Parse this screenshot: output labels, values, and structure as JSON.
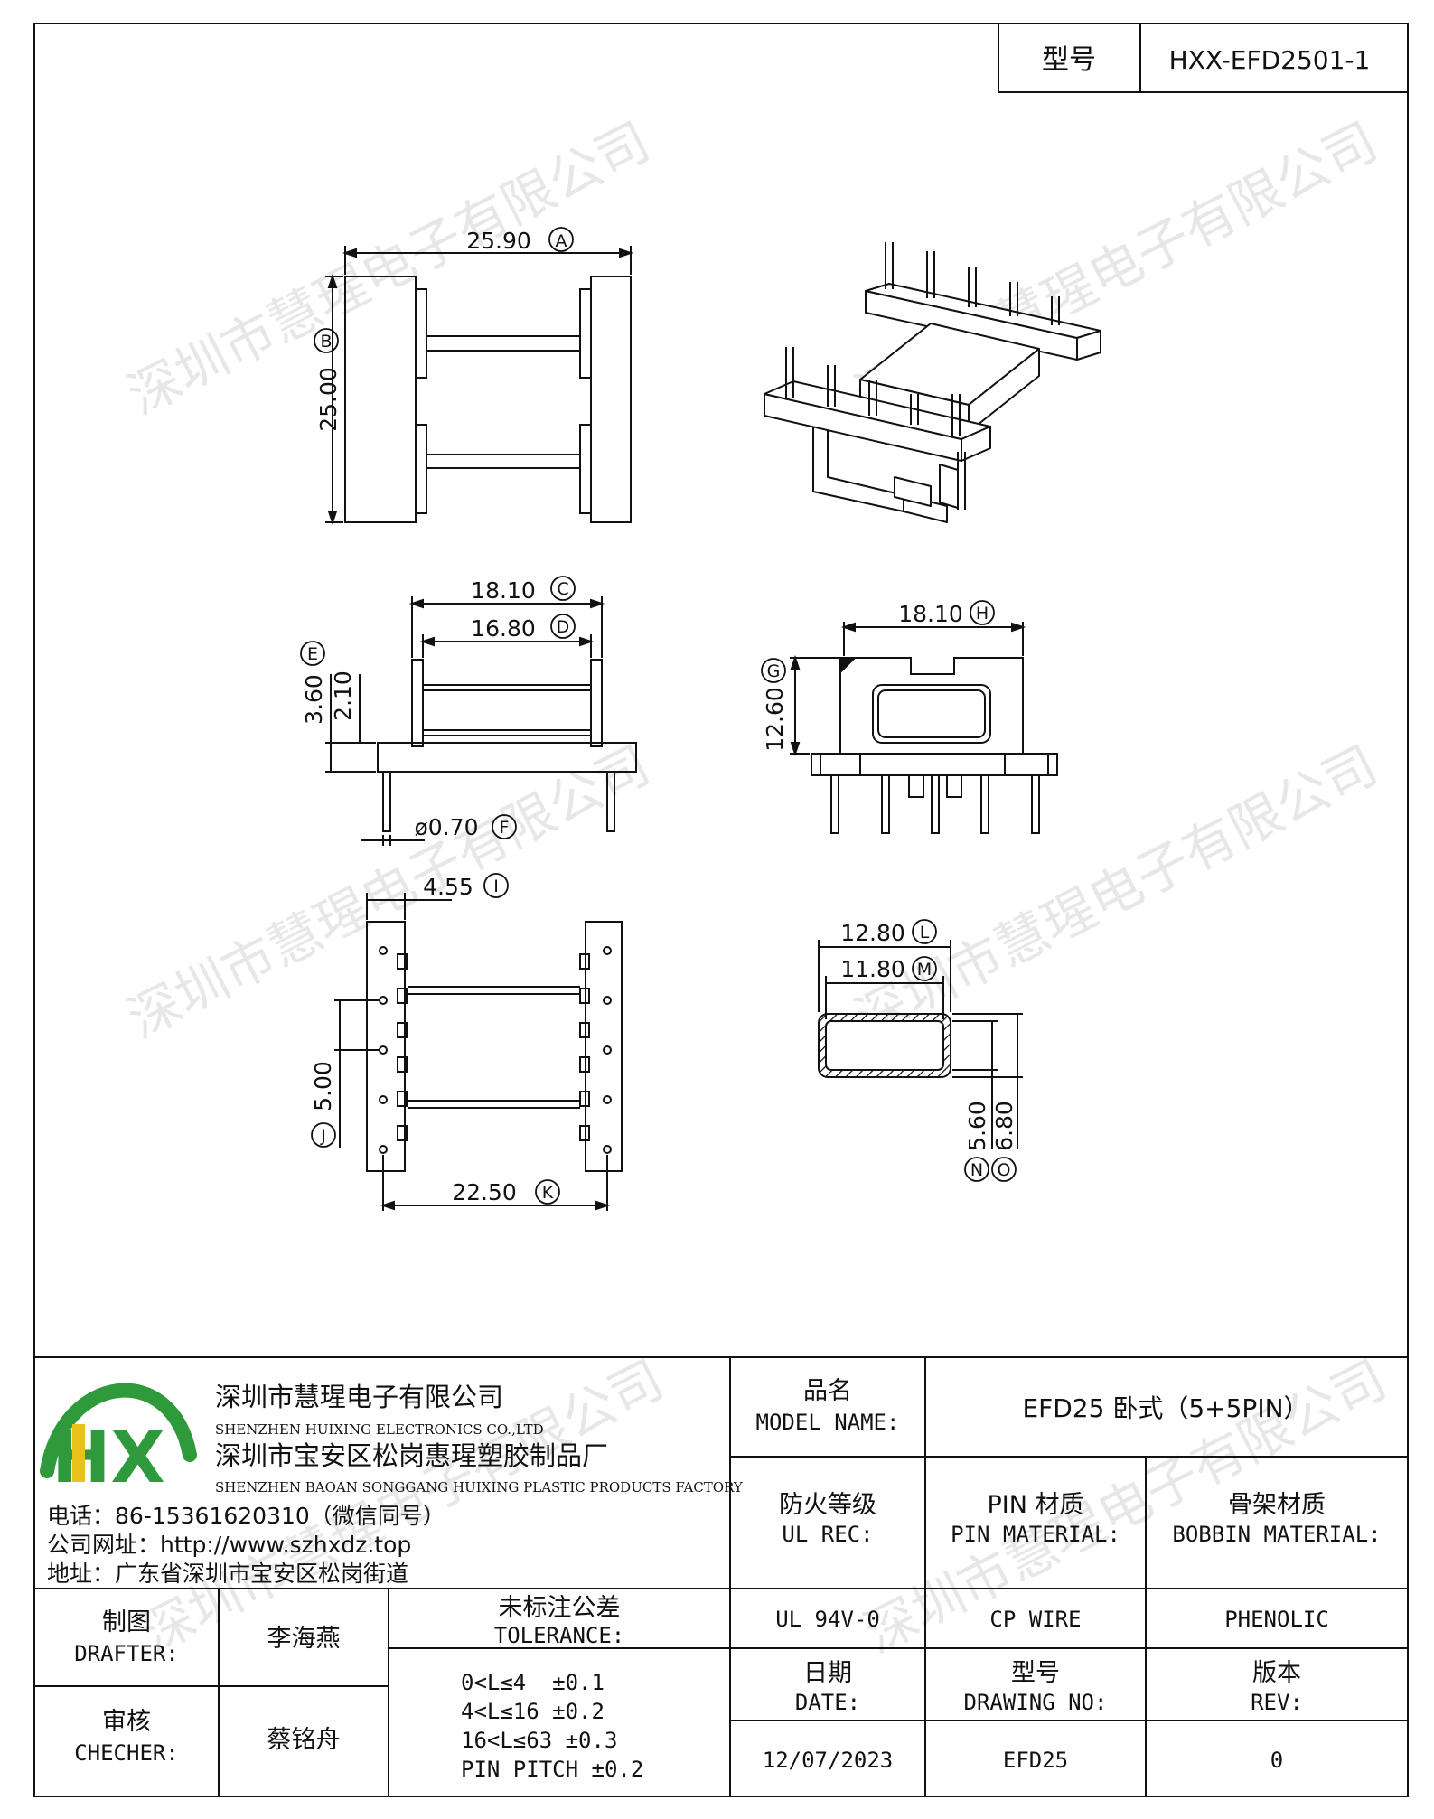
{
  "header": {
    "model_label": "型号",
    "model_value": "HXX-EFD2501-1"
  },
  "watermark": "深圳市慧瑆电子有限公司",
  "views": {
    "top_view": {
      "width": "25.90",
      "width_tag": "A",
      "height": "25.00",
      "height_tag": "B"
    },
    "side_view": {
      "width_outer": "18.10",
      "width_outer_tag": "C",
      "width_inner": "16.80",
      "width_inner_tag": "D",
      "height_total": "3.60",
      "height_total_tag": "E",
      "flange": "2.10",
      "pin_dia": "ø0.70",
      "pin_dia_tag": "F"
    },
    "front_view": {
      "width": "18.10",
      "width_tag": "H",
      "height": "12.60",
      "height_tag": "G"
    },
    "bottom_view": {
      "pitch_offset": "4.55",
      "pitch_offset_tag": "I",
      "pin_span": "5.00",
      "pin_span_tag": "J",
      "row_span": "22.50",
      "row_span_tag": "K"
    },
    "section_view": {
      "outer_w": "12.80",
      "outer_w_tag": "L",
      "inner_w": "11.80",
      "inner_w_tag": "M",
      "inner_h": "5.60",
      "inner_h_tag": "N",
      "outer_h": "6.80",
      "outer_h_tag": "O"
    }
  },
  "company": {
    "name_cn": "深圳市慧瑆电子有限公司",
    "name_en": "SHENZHEN HUIXING ELECTRONICS CO.,LTD",
    "factory_cn": "深圳市宝安区松岗惠瑆塑胶制品厂",
    "factory_en": "SHENZHEN BAOAN SONGGANG HUIXING PLASTIC PRODUCTS FACTORY",
    "phone": "电话：86-15361620310（微信同号）",
    "website": "公司网址：http://www.szhxdz.top",
    "address": "地址：广东省深圳市宝安区松岗街道",
    "logo_letters": "HX",
    "logo_green": "#2e9a3c",
    "logo_yellow": "#e8c21a"
  },
  "title_block": {
    "model_name_cn": "品名",
    "model_name_en": "MODEL NAME:",
    "model_name_value": "EFD25 卧式（5+5PIN）",
    "fire_cn": "防火等级",
    "fire_en": "UL REC:",
    "pin_mat_cn": "PIN 材质",
    "pin_mat_en": "PIN MATERIAL:",
    "bobbin_mat_cn": "骨架材质",
    "bobbin_mat_en": "BOBBIN MATERIAL:",
    "fire_value": "UL 94V-0",
    "pin_value": "CP WIRE",
    "bobbin_value": "PHENOLIC",
    "drafter_cn": "制图",
    "drafter_en": "DRAFTER:",
    "drafter_value": "李海燕",
    "checker_cn": "审核",
    "checker_en": "CHECHER:",
    "checker_value": "蔡铭舟",
    "tol_cn": "未标注公差",
    "tol_en": "TOLERANCE:",
    "tolerances": [
      "0<L≤4  ±0.1",
      "4<L≤16 ±0.2",
      "16<L≤63 ±0.3",
      "PIN PITCH ±0.2"
    ],
    "date_cn": "日期",
    "date_en": "DATE:",
    "date_value": "12/07/2023",
    "drawing_cn": "型号",
    "drawing_en": "DRAWING NO:",
    "drawing_value": "EFD25",
    "rev_cn": "版本",
    "rev_en": "REV:",
    "rev_value": "0"
  }
}
